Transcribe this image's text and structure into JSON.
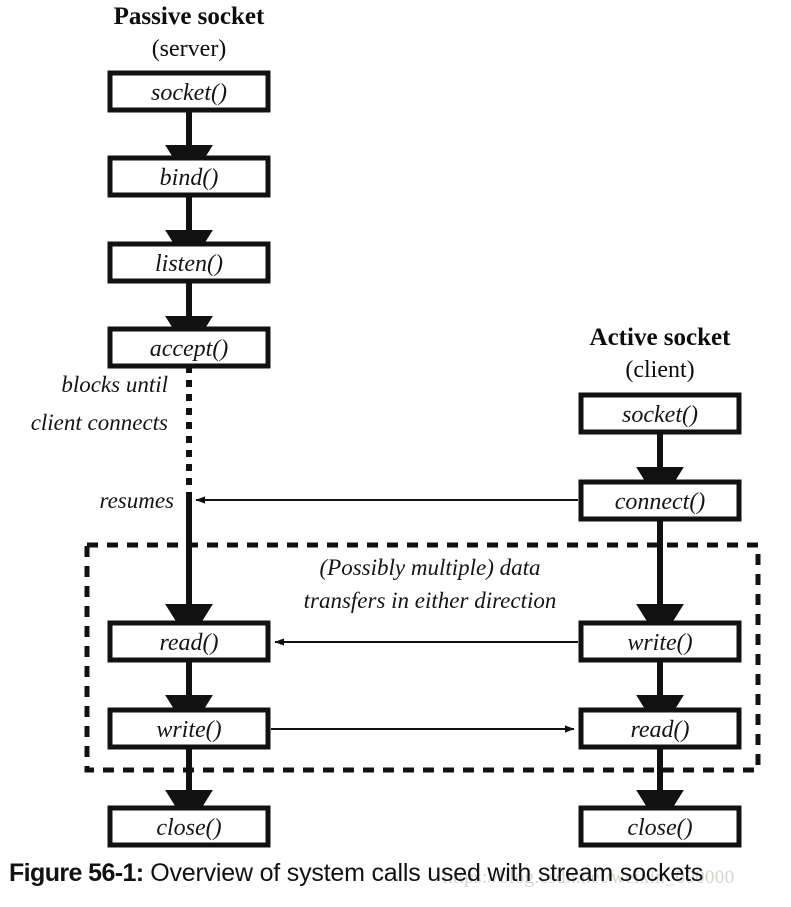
{
  "figure": {
    "caption_number": "Figure 56-1:",
    "caption_text": " Overview of system calls used with stream sockets",
    "watermark": "https://blog.csdn.net/weixin_000000"
  },
  "columns": {
    "server": {
      "title": "Passive socket",
      "subtitle": "(server)",
      "steps": [
        {
          "label": "socket()"
        },
        {
          "label": "bind()"
        },
        {
          "label": "listen()"
        },
        {
          "label": "accept()"
        },
        {
          "label": "read()"
        },
        {
          "label": "write()"
        },
        {
          "label": "close()"
        }
      ]
    },
    "client": {
      "title": "Active socket",
      "subtitle": "(client)",
      "steps": [
        {
          "label": "socket()"
        },
        {
          "label": "connect()"
        },
        {
          "label": "write()"
        },
        {
          "label": "read()"
        },
        {
          "label": "close()"
        }
      ]
    }
  },
  "annotations": {
    "blocks_line1": "blocks until",
    "blocks_line2": "client connects",
    "resumes": "resumes",
    "data_transfer_line1": "(Possibly multiple) data",
    "data_transfer_line2": "transfers in either direction"
  },
  "colors": {
    "ink": "#111111",
    "background": "#ffffff"
  }
}
